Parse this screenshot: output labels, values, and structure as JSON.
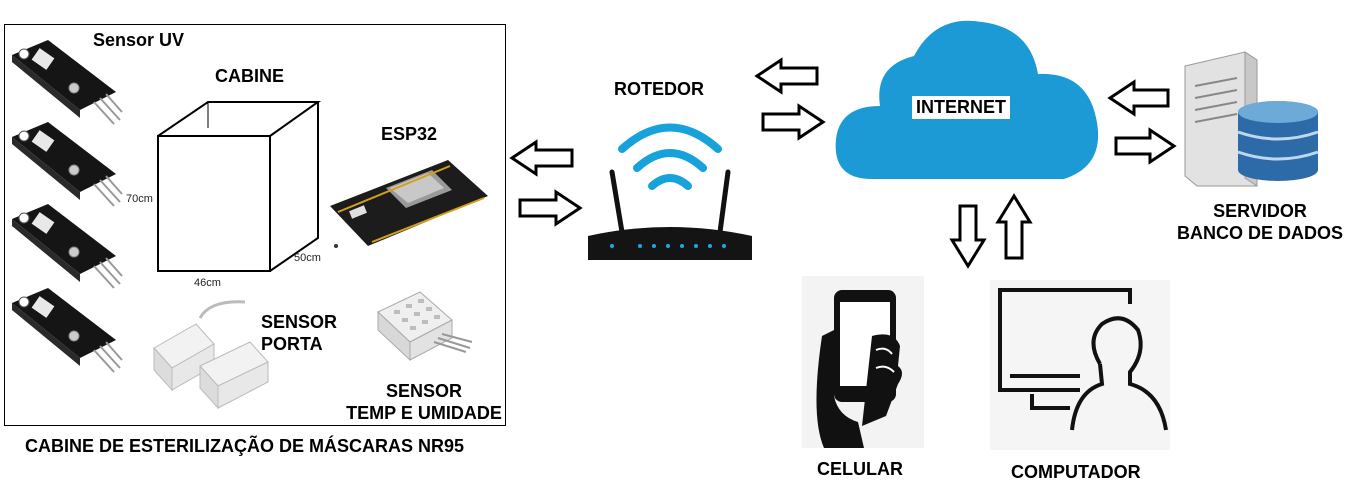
{
  "cabinet": {
    "caption": "CABINE DE ESTERILIZAÇÃO DE MÁSCARAS NR95",
    "uv_sensor_label": "Sensor UV",
    "box_label": "CABINE",
    "dimensions": {
      "height": "70cm",
      "width": "46cm",
      "depth": "50cm"
    },
    "esp_label": "ESP32",
    "door_sensor_label": [
      "SENSOR",
      "PORTA"
    ],
    "temp_sensor_label": [
      "SENSOR",
      "TEMP E UMIDADE"
    ]
  },
  "router": {
    "label": "ROTEDOR"
  },
  "internet": {
    "label": "INTERNET",
    "color": "#1b9ad6"
  },
  "server": {
    "label": [
      "SERVIDOR",
      "BANCO DE DADOS"
    ]
  },
  "phone": {
    "label": "CELULAR"
  },
  "computer": {
    "label": "COMPUTADOR"
  },
  "icons": [
    "uv-sensor-module-icon",
    "cube-icon",
    "esp32-board-icon",
    "door-sensor-icon",
    "dht-sensor-icon",
    "router-icon",
    "cloud-icon",
    "server-database-icon",
    "smartphone-hand-icon",
    "computer-user-icon",
    "arrow-icon"
  ]
}
